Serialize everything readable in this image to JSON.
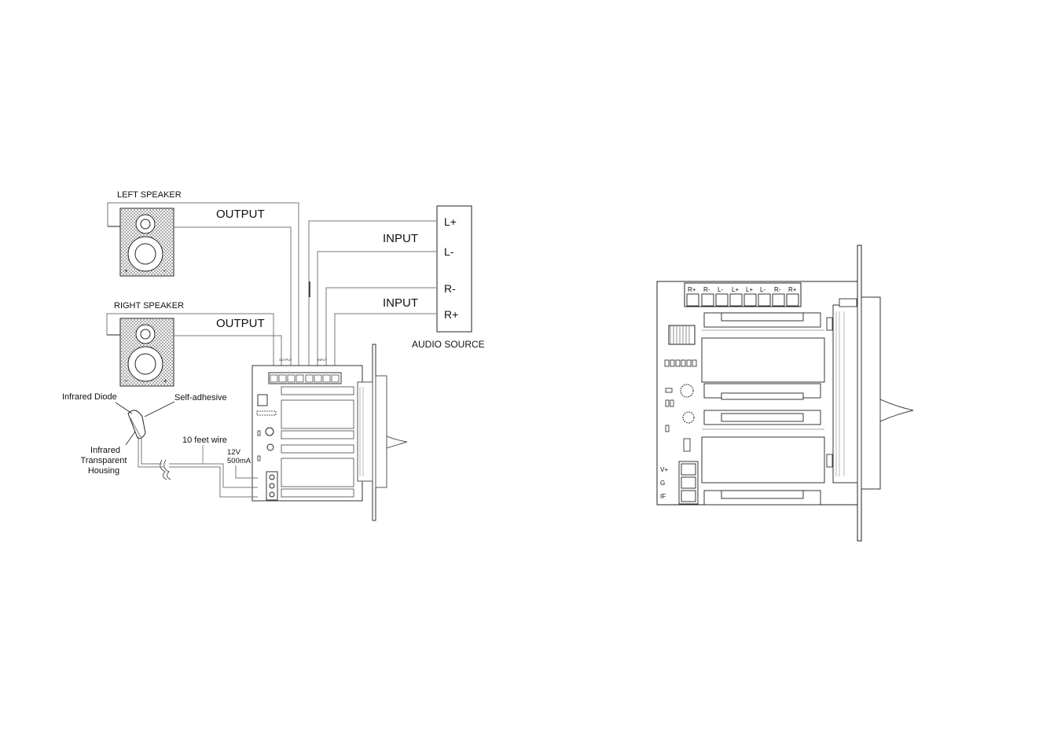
{
  "wiring_diagram": {
    "left_speaker_label": "LEFT SPEAKER",
    "right_speaker_label": "RIGHT SPEAKER",
    "output_label_left": "OUTPUT",
    "output_label_right": "OUTPUT",
    "input_label_left": "INPUT",
    "input_label_right": "INPUT",
    "audio_source_label": "AUDIO SOURCE",
    "source_terminals": [
      "L+",
      "L-",
      "R-",
      "R+"
    ],
    "infrared_diode_label": "Infrared Diode",
    "self_adhesive_label": "Self-adhesive",
    "housing_label_lines": [
      "Infrared",
      "Transparent",
      "Housing"
    ],
    "wire_label": "10 feet wire",
    "power_label_lines": [
      "12V",
      "500mA"
    ],
    "speaker_polarity_plus": "+",
    "speaker_polarity_minus": "−",
    "board_output_tag": "OUTPUT",
    "board_input_tag": "INPUT"
  },
  "module_detail": {
    "terminal_labels": [
      "R+",
      "R-",
      "L-",
      "L+",
      "L+",
      "L-",
      "R-",
      "R+"
    ],
    "power_pins": [
      "V+",
      "G",
      "IF"
    ]
  }
}
